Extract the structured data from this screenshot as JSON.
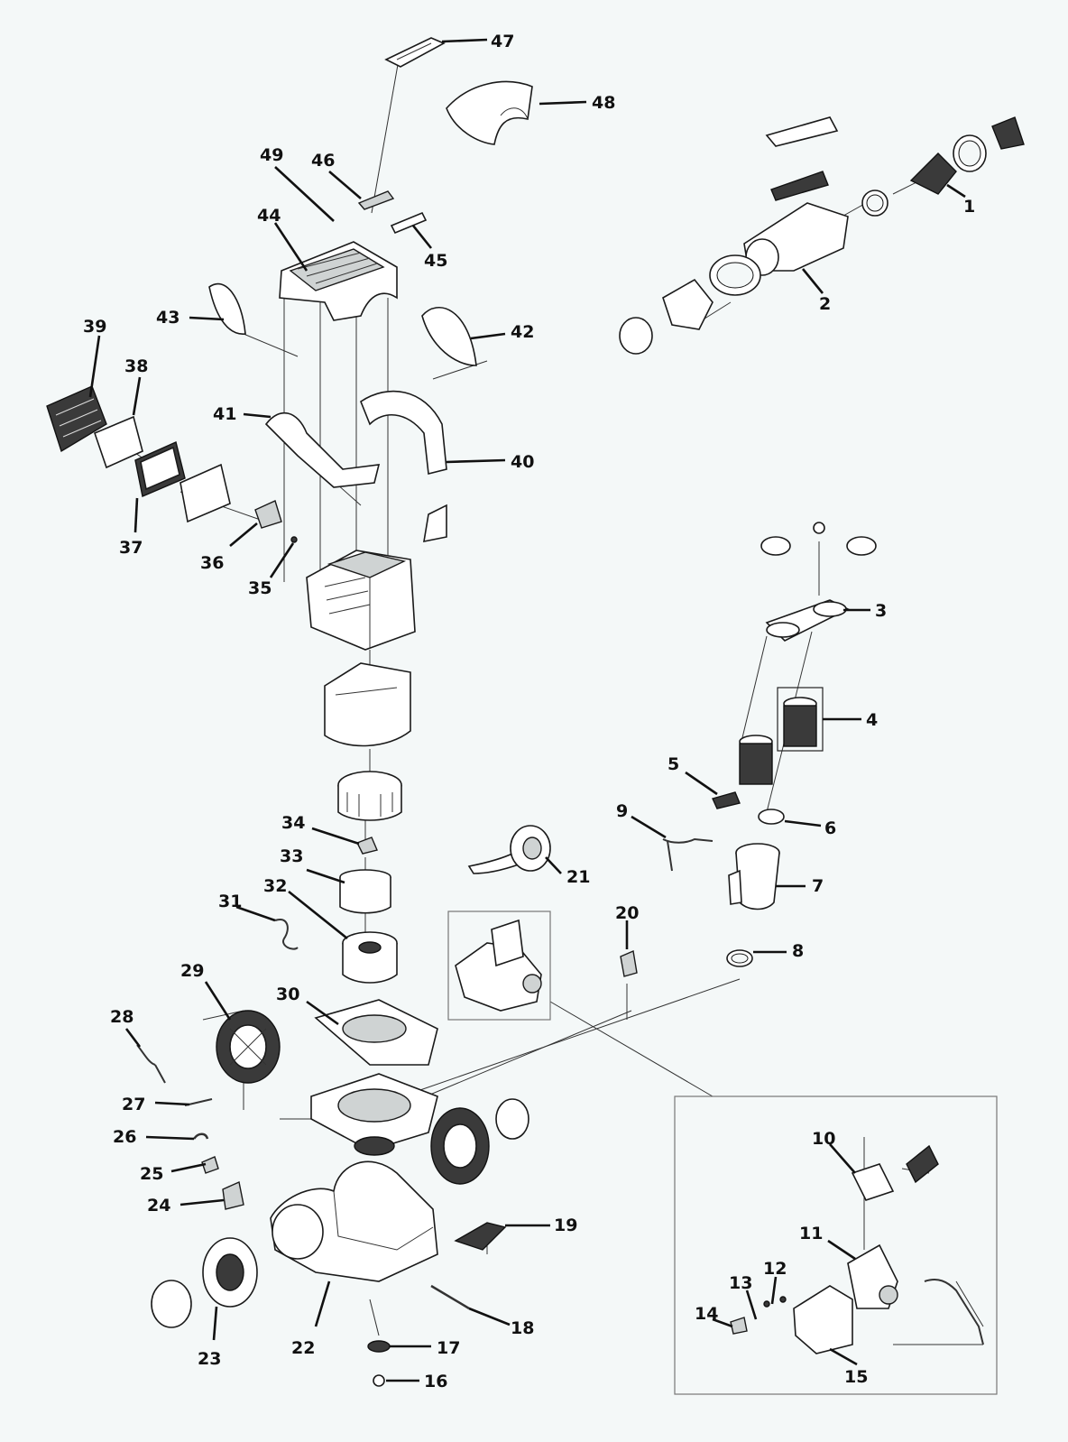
{
  "diagram": {
    "type": "exploded-parts-diagram",
    "background": "#f4f8f8",
    "callouts": [
      "1",
      "2",
      "3",
      "4",
      "5",
      "6",
      "7",
      "8",
      "9",
      "10",
      "11",
      "12",
      "13",
      "14",
      "15",
      "16",
      "17",
      "18",
      "19",
      "20",
      "21",
      "22",
      "23",
      "24",
      "25",
      "26",
      "27",
      "28",
      "29",
      "30",
      "31",
      "32",
      "33",
      "34",
      "35",
      "36",
      "37",
      "38",
      "39",
      "40",
      "41",
      "42",
      "43",
      "44",
      "45",
      "46",
      "47",
      "48",
      "49"
    ]
  }
}
